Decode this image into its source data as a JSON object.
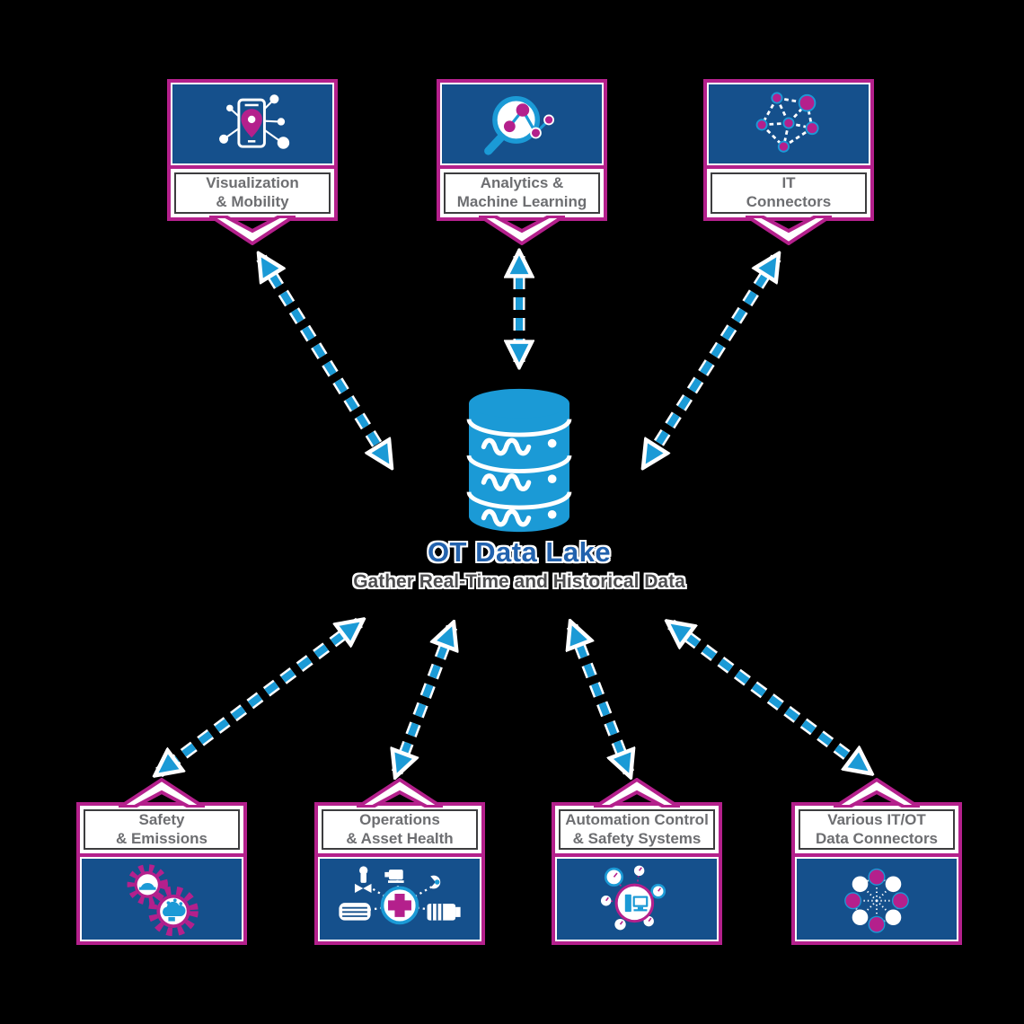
{
  "diagram_title": "OT Data Lake",
  "colors": {
    "background": "#000000",
    "magenta_border": "#b4208c",
    "card_blue": "#15508c",
    "bright_blue": "#1b9ad6",
    "label_gray": "#6d6e71",
    "title_blue": "#2262ae",
    "subtitle_gray": "#4d4d4f"
  },
  "center": {
    "title": "OT Data Lake",
    "subtitle": "Gather Real-Time and Historical Data",
    "icon": "database-cylinder-icon"
  },
  "top_cards": [
    {
      "id": "visualization-mobility",
      "line1": "Visualization",
      "line2": "& Mobility",
      "icon": "mobile-location-network-icon"
    },
    {
      "id": "analytics-machine-learning",
      "line1": "Analytics &",
      "line2": "Machine Learning",
      "icon": "magnifier-datapoints-icon"
    },
    {
      "id": "it-connectors",
      "line1": "IT",
      "line2": "Connectors",
      "icon": "network-graph-icon"
    }
  ],
  "bottom_cards": [
    {
      "id": "safety-emissions",
      "line1": "Safety",
      "line2": "& Emissions",
      "icon": "gears-hardhat-cloud-icon"
    },
    {
      "id": "operations-asset-health",
      "line1": "Operations",
      "line2": "& Asset Health",
      "icon": "equipment-health-cross-icon"
    },
    {
      "id": "automation-control-safety-systems",
      "line1": "Automation Control",
      "line2": "& Safety Systems",
      "icon": "control-computer-gauges-icon"
    },
    {
      "id": "various-itot-data-connectors",
      "line1": "Various IT/OT",
      "line2": "Data Connectors",
      "icon": "hub-ring-connectors-icon"
    }
  ],
  "connections": [
    {
      "from": "visualization-mobility",
      "to": "ot-data-lake",
      "bidirectional": true,
      "style": "dashed"
    },
    {
      "from": "analytics-machine-learning",
      "to": "ot-data-lake",
      "bidirectional": true,
      "style": "dashed"
    },
    {
      "from": "it-connectors",
      "to": "ot-data-lake",
      "bidirectional": true,
      "style": "dashed"
    },
    {
      "from": "ot-data-lake",
      "to": "safety-emissions",
      "bidirectional": true,
      "style": "dashed"
    },
    {
      "from": "ot-data-lake",
      "to": "operations-asset-health",
      "bidirectional": true,
      "style": "dashed"
    },
    {
      "from": "ot-data-lake",
      "to": "automation-control-safety-systems",
      "bidirectional": true,
      "style": "dashed"
    },
    {
      "from": "ot-data-lake",
      "to": "various-itot-data-connectors",
      "bidirectional": true,
      "style": "dashed"
    }
  ]
}
